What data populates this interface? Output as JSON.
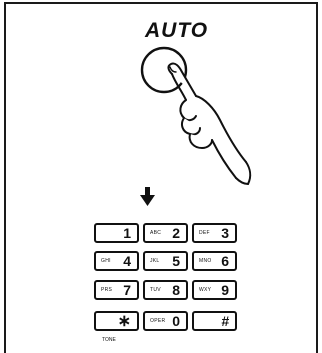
{
  "diagram": {
    "title": "AUTO",
    "keypad": {
      "keys": [
        {
          "digit": "1",
          "letters": ""
        },
        {
          "digit": "2",
          "letters": "ABC"
        },
        {
          "digit": "3",
          "letters": "DEF"
        },
        {
          "digit": "4",
          "letters": "GHI"
        },
        {
          "digit": "5",
          "letters": "JKL"
        },
        {
          "digit": "6",
          "letters": "MNO"
        },
        {
          "digit": "7",
          "letters": "PRS"
        },
        {
          "digit": "8",
          "letters": "TUV"
        },
        {
          "digit": "9",
          "letters": "WXY"
        },
        {
          "digit": "∗",
          "letters": ""
        },
        {
          "digit": "0",
          "letters": "OPER"
        },
        {
          "digit": "#",
          "letters": ""
        }
      ],
      "star_sub_label": "TONE"
    },
    "icons": [
      "hand-pressing-icon",
      "down-arrow-icon"
    ]
  }
}
